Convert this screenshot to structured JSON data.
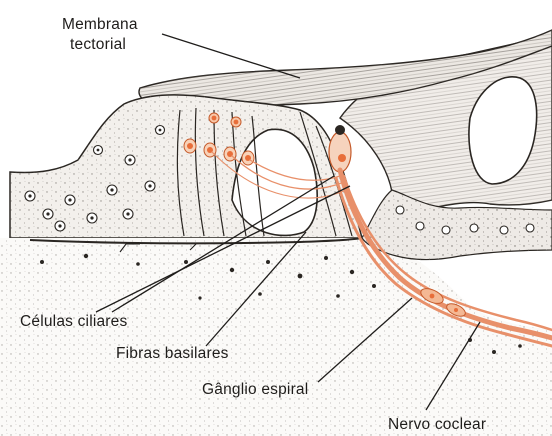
{
  "labels": {
    "membrana_line1": "Membrana",
    "membrana_line2": "tectorial",
    "celulas": "Células ciliares",
    "fibras": "Fibras basilares",
    "ganglio": "Gânglio espiral",
    "nervo": "Nervo coclear"
  },
  "colors": {
    "ink": "#2a2622",
    "nerve": "#e8906a",
    "nucleus": "#e86e3a",
    "tissue": "#f4f1ee",
    "paper": "#ffffff"
  }
}
